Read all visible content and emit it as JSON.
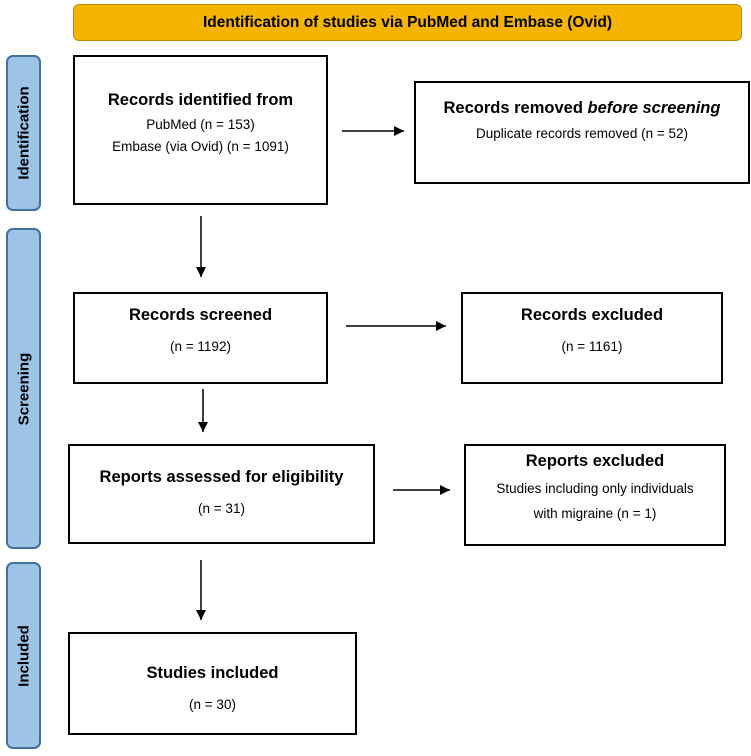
{
  "header": {
    "title": "Identification of studies via PubMed and Embase (Ovid)"
  },
  "phases": {
    "identification": "Identification",
    "screening": "Screening",
    "included": "Included"
  },
  "boxes": {
    "records_identified": {
      "title": "Records identified from",
      "lines": [
        "PubMed (n = 153)",
        "Embase (via Ovid) (n = 1091)"
      ]
    },
    "records_removed": {
      "title_prefix": "Records removed ",
      "title_emphasis": "before screening",
      "lines": [
        "Duplicate records removed (n = 52)"
      ]
    },
    "records_screened": {
      "title": "Records screened",
      "lines": [
        "(n = 1192)"
      ]
    },
    "records_excluded": {
      "title": "Records excluded",
      "lines": [
        "(n = 1161)"
      ]
    },
    "reports_assessed": {
      "title": "Reports assessed for eligibility",
      "lines": [
        "(n = 31)"
      ]
    },
    "reports_excluded": {
      "title": "Reports excluded",
      "lines": [
        "Studies including only individuals",
        "with migraine (n = 1)"
      ]
    },
    "studies_included": {
      "title": "Studies included",
      "lines": [
        "(n = 30)"
      ]
    }
  },
  "colors": {
    "header_fill": "#f4b400",
    "phase_fill": "#9dc3e6",
    "phase_border": "#41719c",
    "box_border": "#000000"
  }
}
